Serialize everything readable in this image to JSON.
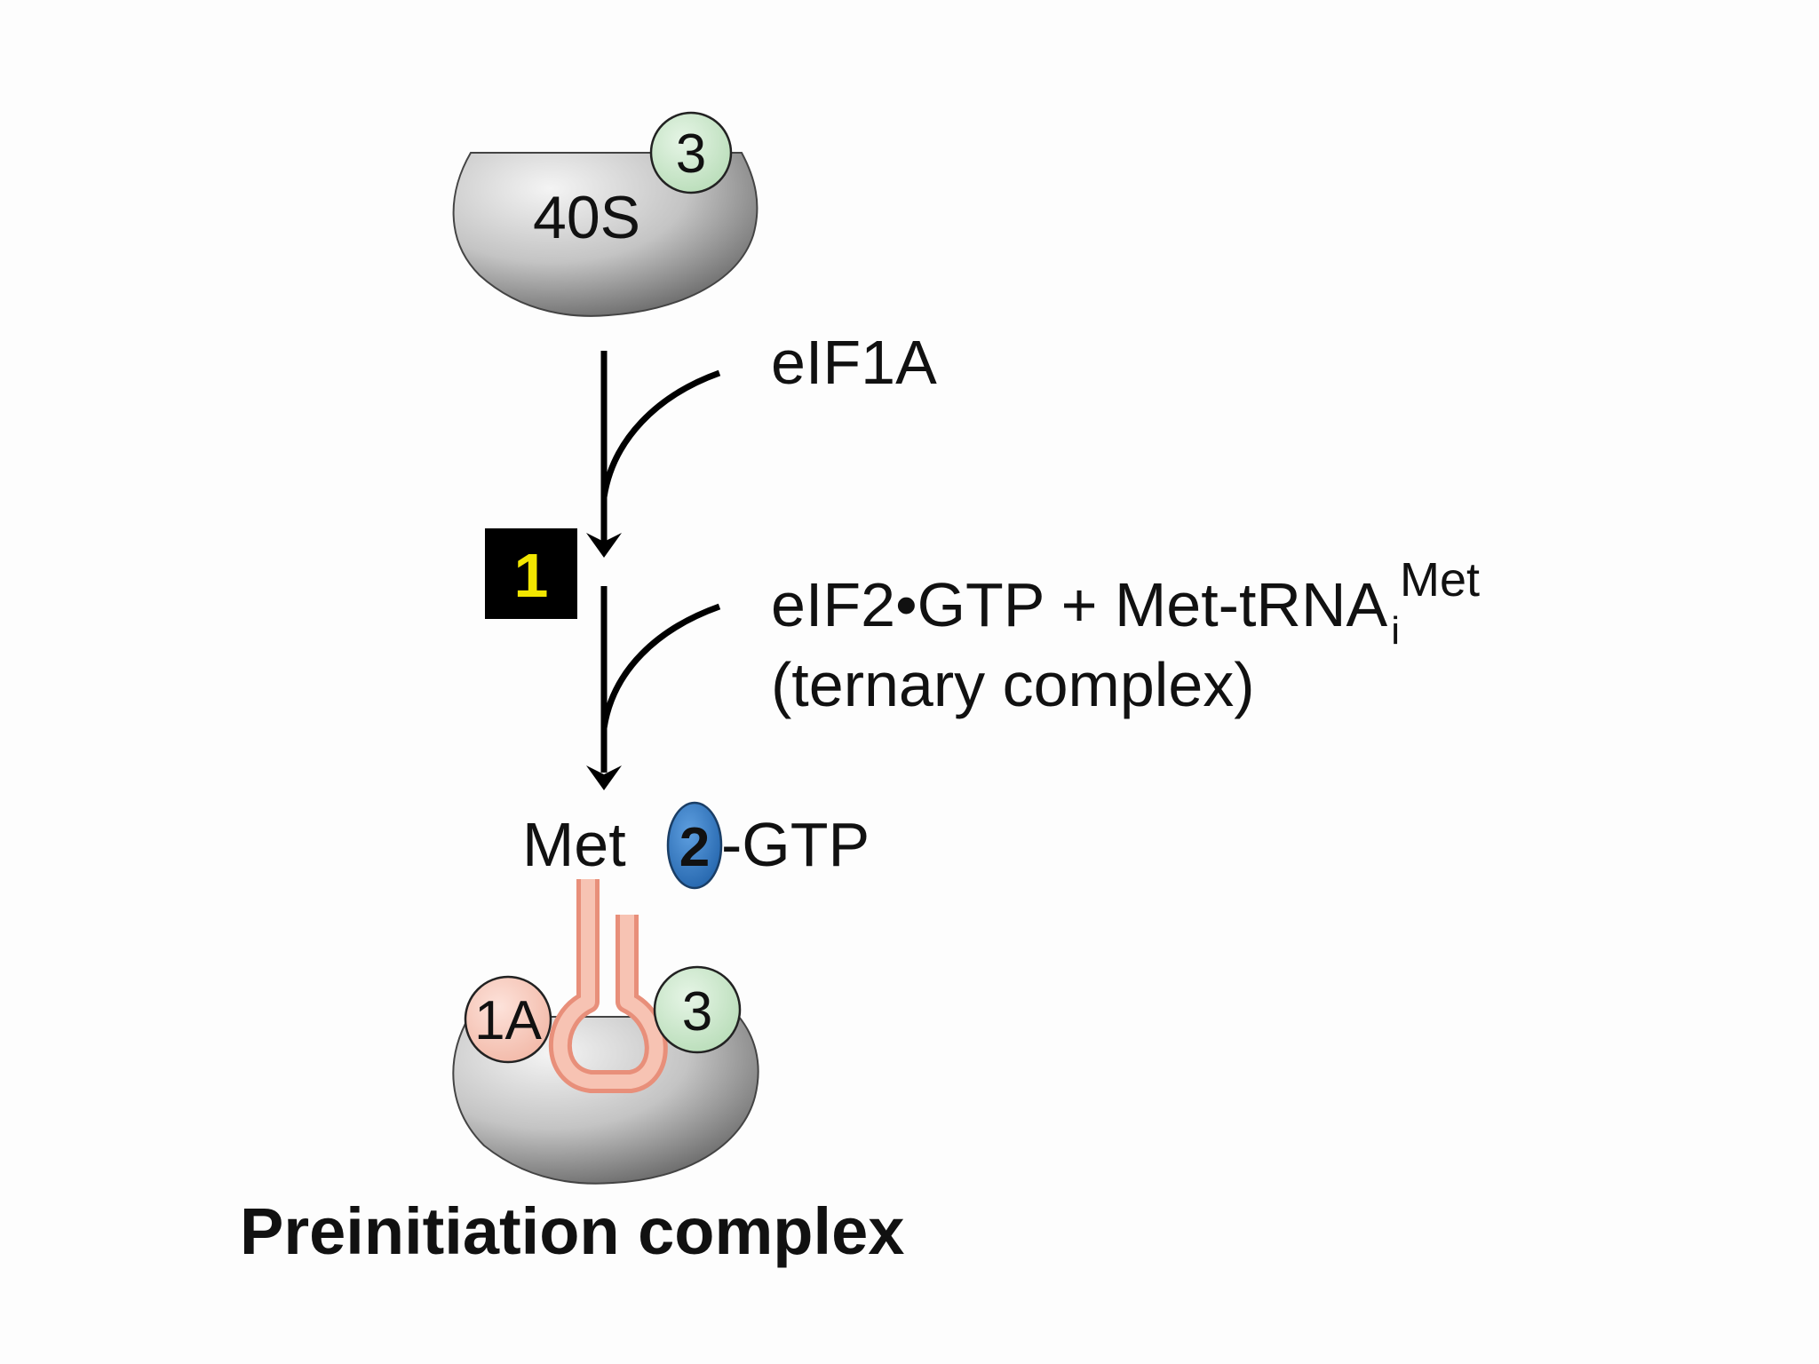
{
  "diagram": {
    "top_subunit": {
      "label": "40S",
      "factor_badge": "3"
    },
    "step_one": {
      "incoming_factor": "eIF1A",
      "step_badge": "1"
    },
    "step_two": {
      "factor_main": "eIF2•GTP + Met-tRNA",
      "factor_subscript": "i",
      "factor_superscript": "Met",
      "factor_note": "(ternary complex)"
    },
    "ternary_label": {
      "met": "Met",
      "eif2_badge": "2",
      "gtp": "-GTP"
    },
    "complex": {
      "badge_1a": "1A",
      "badge_3": "3",
      "caption": "Preinitiation complex"
    },
    "colors": {
      "subunit_light": "#ededed",
      "subunit_dark": "#5e5e5e",
      "eif3": "#cfe8cf",
      "eif1a": "#f8c9bd",
      "eif2": "#2f79c4",
      "trna": "#f4ad98",
      "step_box": "#000000",
      "step_text": "#f2e600"
    }
  }
}
